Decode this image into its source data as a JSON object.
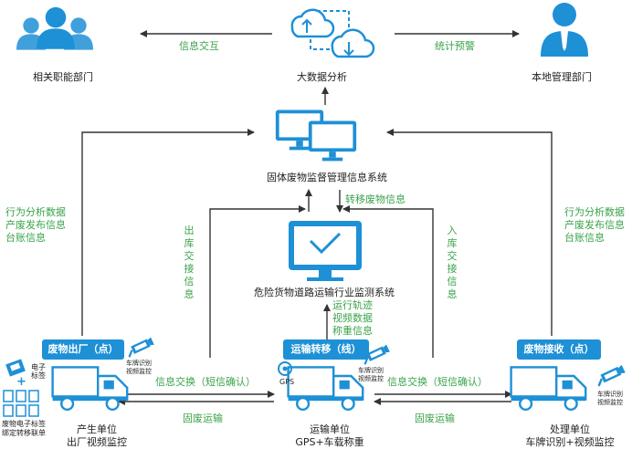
{
  "top": {
    "left_dept": "相关职能部门",
    "center": "大数据分析",
    "right_dept": "本地管理部门",
    "edge_left": "信息交互",
    "edge_right": "统计预警"
  },
  "middle": {
    "solid_waste_system": "固体废物监督管理信息系统",
    "transfer_info": "转移废物信息",
    "hazard_system": "危险货物道路运输行业监测系统",
    "left_vertical": "出库交接信息",
    "right_vertical": "入库交接信息",
    "transport_data": [
      "运行轨迹",
      "视频数据",
      "称重信息"
    ]
  },
  "side": {
    "left_block": [
      "行为分析数据",
      "产废发布信息",
      "台账信息"
    ],
    "right_block": [
      "行为分析数据",
      "产废发布信息",
      "台账信息"
    ]
  },
  "bottom": {
    "badge_left": "废物出厂（点）",
    "badge_center": "运输转移（线）",
    "badge_right": "废物接收（点）",
    "exchange_left": "信息交换（短信确认）",
    "exchange_right": "信息交换（短信确认）",
    "transport_left": "固废运输",
    "transport_right": "固废运输",
    "unit_left": [
      "产生单位",
      "出厂视频监控"
    ],
    "unit_center": [
      "运输单位",
      "GPS+车载称重"
    ],
    "unit_right": [
      "处理单位",
      "车牌识别+视频监控"
    ],
    "cam_left": [
      "车牌识别",
      "视频监控"
    ],
    "cam_center": [
      "车牌识别",
      "视频监控"
    ],
    "cam_right": [
      "车牌识别",
      "视频监控"
    ],
    "gps": "GPS",
    "e_label": [
      "电子",
      "标签"
    ],
    "tag_label": [
      "废物电子标签",
      "绑定转移联单"
    ],
    "plus": "+"
  },
  "colors": {
    "blue": "#1e90d6",
    "green": "#3aa34a",
    "line": "#333333"
  }
}
